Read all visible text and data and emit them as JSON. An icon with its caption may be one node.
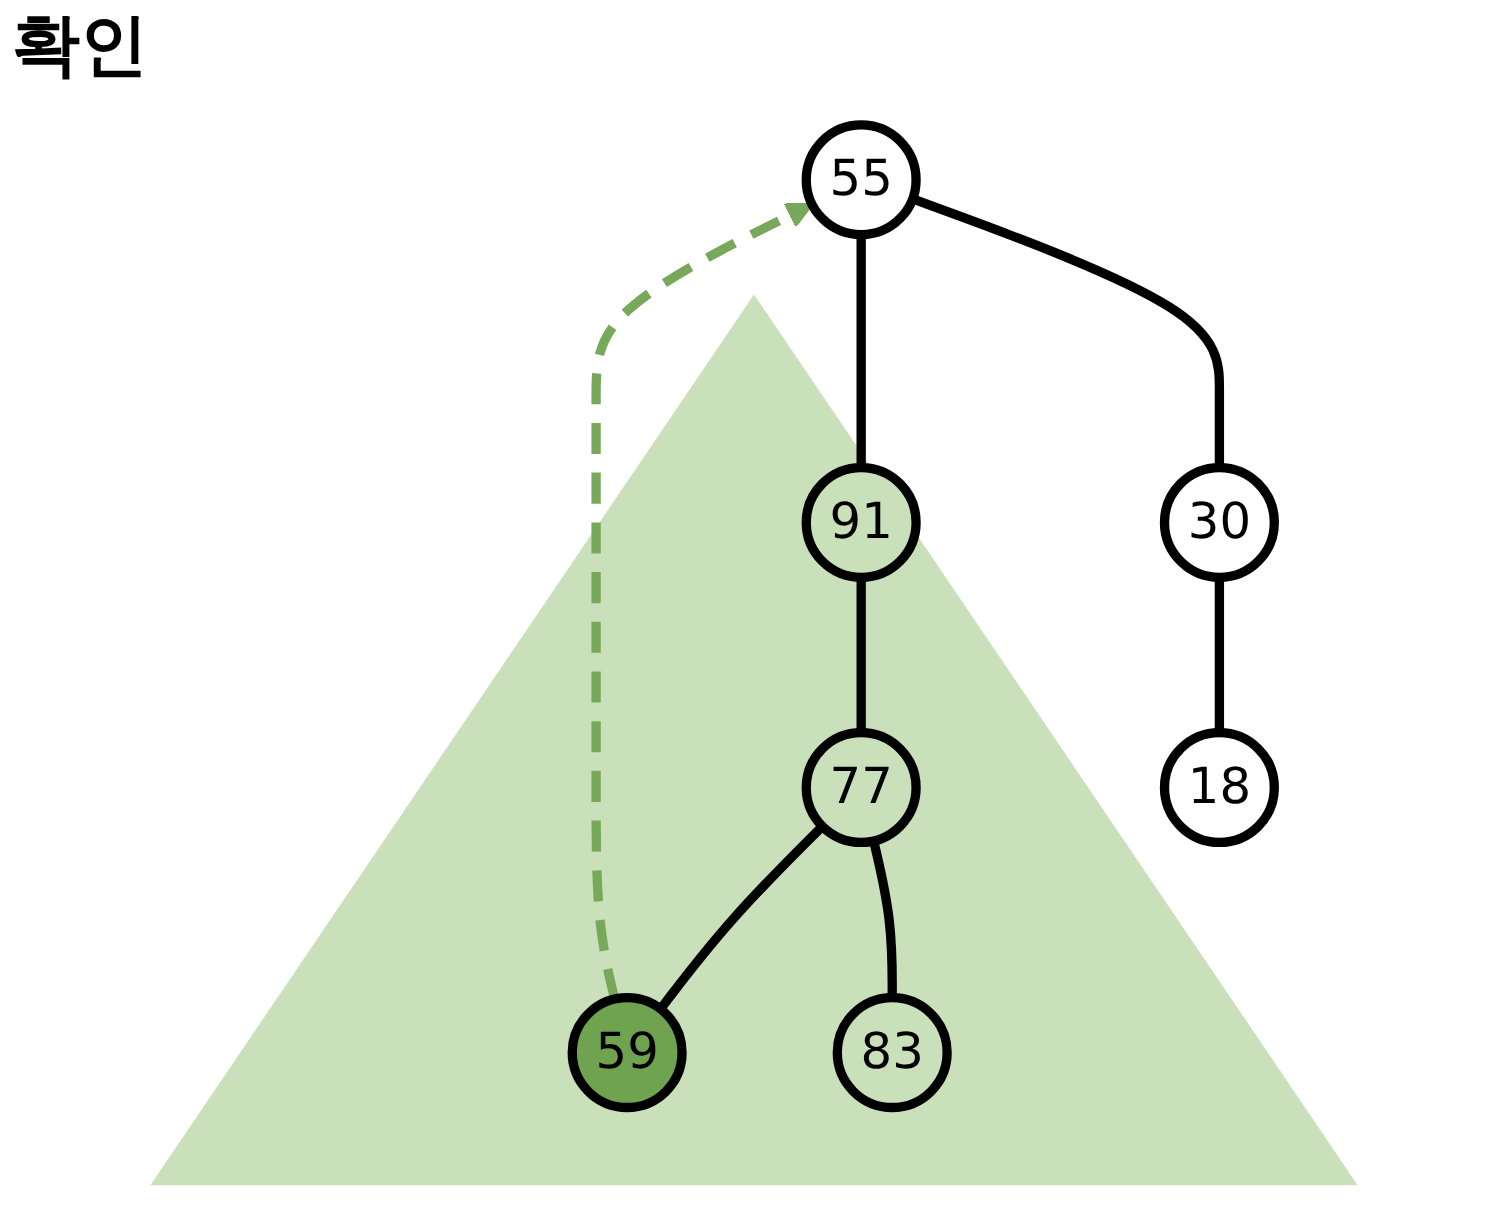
{
  "diagram": {
    "title": "확인",
    "nodes": [
      {
        "text": [
          "55"
        ]
      },
      {
        "text": [
          "30"
        ]
      },
      {
        "text": [],
        "shape": "triangle"
      },
      {
        "text": [
          "91"
        ],
        "in": 2
      },
      {
        "text": [
          "18"
        ]
      },
      {
        "text": [
          "77"
        ],
        "in": 2
      },
      {
        "text": [
          "59"
        ],
        "in": 2
      },
      {
        "text": [
          "83"
        ],
        "in": 2
      }
    ],
    "edges": [
      {
        "from": 0,
        "to": 1,
        "arrow": "none"
      },
      {
        "from": 0,
        "to": 3,
        "arrow": "none"
      },
      {
        "from": 1,
        "to": 4,
        "arrow": "none"
      },
      {
        "from": 3,
        "to": 5,
        "arrow": "none"
      },
      {
        "from": 5,
        "to": 6,
        "arrow": "none"
      },
      {
        "from": 5,
        "to": 7,
        "arrow": "none"
      },
      {
        "from": 6,
        "to": 0,
        "arrow": "to",
        "style": "dashed",
        "color": "#78a95a"
      }
    ]
  }
}
